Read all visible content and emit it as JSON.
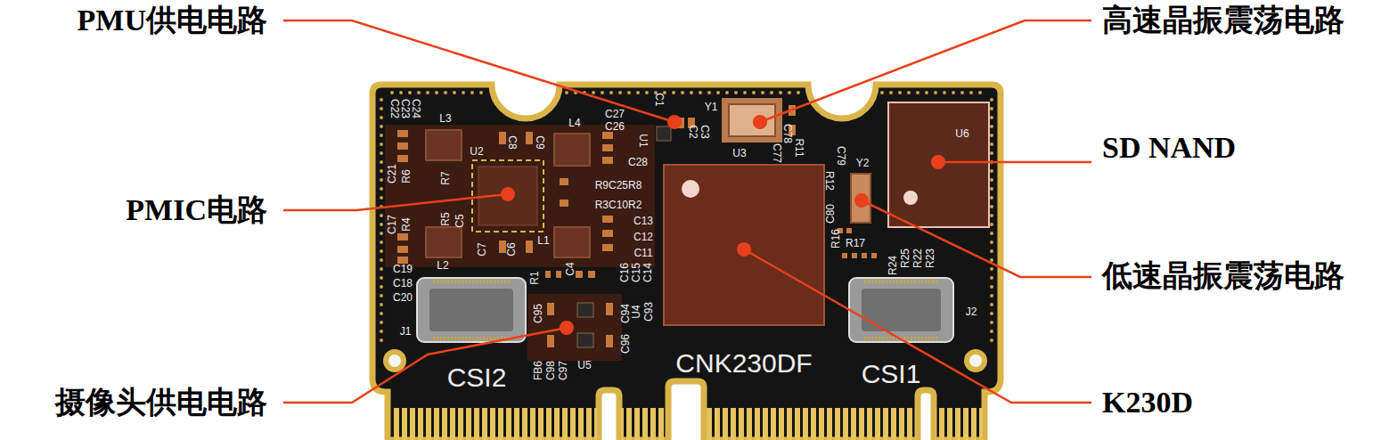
{
  "diagram": {
    "labels": [
      "PMU供电电路",
      "高速晶振震荡电路",
      "PMIC电路",
      "SD NAND",
      "低速晶振震荡电路",
      "摄像头供电电路",
      "K230D",
      "C22",
      "C23",
      "C24",
      "L3",
      "C27",
      "C26",
      "C1",
      "C2",
      "C3",
      "Y1",
      "U1",
      "C28",
      "U2",
      "C8",
      "C9",
      "L4",
      "C78",
      "C77",
      "R11",
      "U3",
      "U6",
      "C79",
      "R12",
      "Y2",
      "C21",
      "C17",
      "R6",
      "R7",
      "R4",
      "R5",
      "C5",
      "R9C25R8",
      "R3C10R2",
      "C13",
      "C12",
      "C11",
      "C7",
      "C6",
      "L1",
      "L2",
      "C19",
      "C18",
      "C20",
      "R1",
      "C4",
      "C16",
      "C15",
      "C14",
      "C80",
      "R16",
      "R17",
      "R24",
      "R25",
      "R22",
      "R23",
      "J1",
      "J2",
      "C95",
      "C94",
      "U4",
      "C93",
      "C96",
      "U5",
      "FB6",
      "C98",
      "C97",
      "CSI2",
      "CSI1",
      "CNK230DF"
    ]
  }
}
